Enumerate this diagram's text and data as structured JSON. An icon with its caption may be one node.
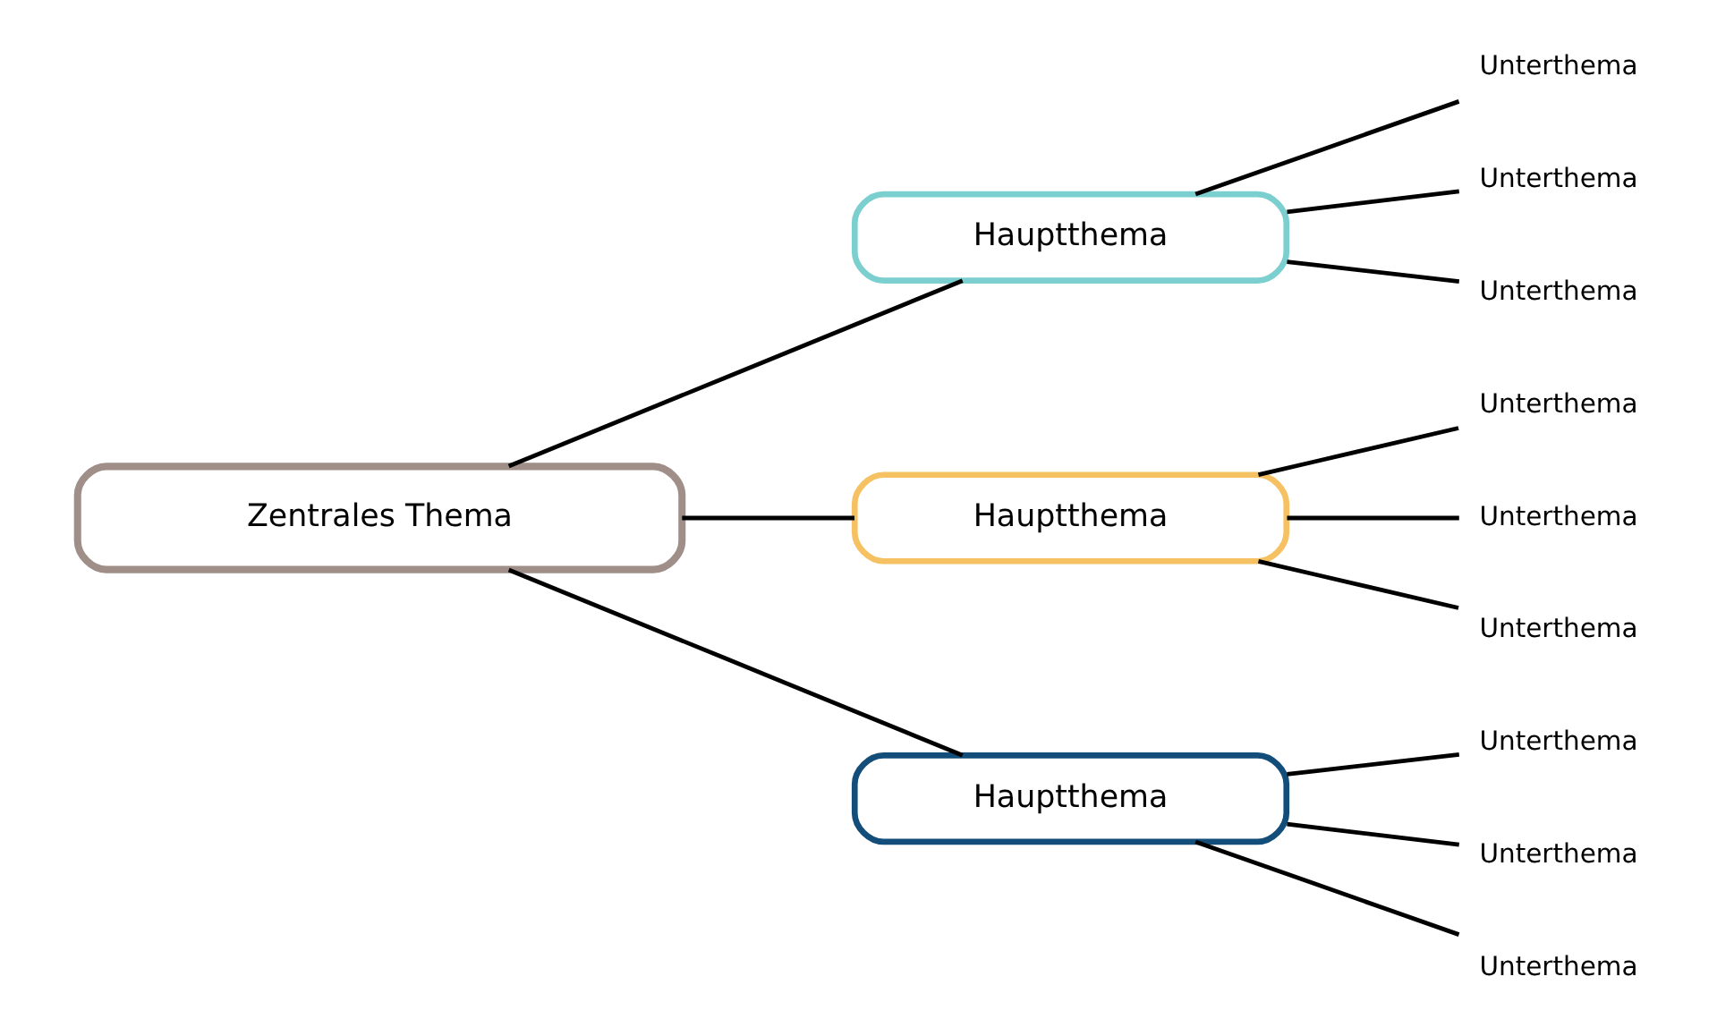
{
  "diagram": {
    "nodes": [
      {
        "text": [
          "Zentrales Thema"
        ]
      },
      {
        "text": [
          "Hauptthema"
        ]
      },
      {
        "text": [
          "Hauptthema"
        ]
      },
      {
        "text": [
          "Hauptthema"
        ]
      },
      {
        "text": [
          "Unterthema"
        ]
      },
      {
        "text": [
          "Unterthema"
        ]
      },
      {
        "text": [
          "Unterthema"
        ]
      },
      {
        "text": [
          "Unterthema"
        ]
      },
      {
        "text": [
          "Unterthema"
        ]
      },
      {
        "text": [
          "Unterthema"
        ]
      },
      {
        "text": [
          "Unterthema"
        ]
      },
      {
        "text": [
          "Unterthema"
        ]
      },
      {
        "text": [
          "Unterthema"
        ]
      }
    ],
    "edges": [
      {
        "from": 0,
        "to": 1,
        "arrow": "none"
      },
      {
        "from": 0,
        "to": 2,
        "arrow": "none"
      },
      {
        "from": 0,
        "to": 3,
        "arrow": "none"
      },
      {
        "from": 1,
        "to": 4,
        "arrow": "none"
      },
      {
        "from": 1,
        "to": 5,
        "arrow": "none"
      },
      {
        "from": 1,
        "to": 6,
        "arrow": "none"
      },
      {
        "from": 2,
        "to": 7,
        "arrow": "none"
      },
      {
        "from": 2,
        "to": 8,
        "arrow": "none"
      },
      {
        "from": 2,
        "to": 9,
        "arrow": "none"
      },
      {
        "from": 3,
        "to": 10,
        "arrow": "none"
      },
      {
        "from": 3,
        "to": 11,
        "arrow": "none"
      },
      {
        "from": 3,
        "to": 12,
        "arrow": "none"
      }
    ]
  }
}
